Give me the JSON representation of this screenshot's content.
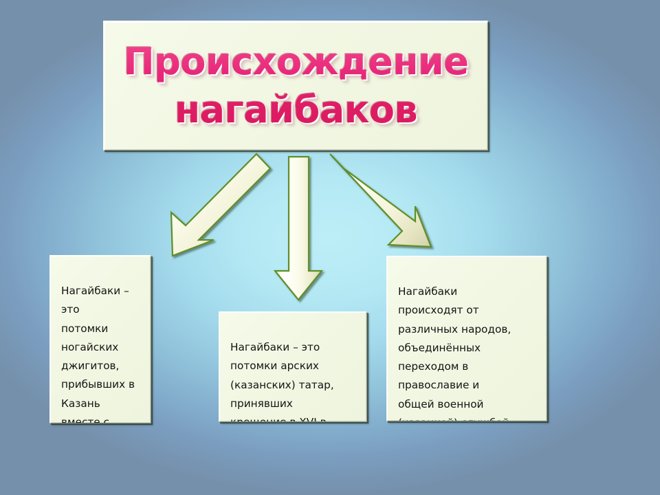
{
  "slide": {
    "title": "Происхождение\nнагайбаков",
    "background": {
      "center_color": "#b4e9f4",
      "edge_color": "#7590ab",
      "type": "radial-gradient"
    },
    "palette": {
      "title_text": "#e62a6e",
      "panel_fill": "#f2f7e3",
      "panel_shadow": "#283026",
      "arrow_outline": "#5f8f26",
      "arrow_fill": "#f7fbe8",
      "body_text": "#141414"
    }
  },
  "boxes": [
    {
      "id": "left",
      "text": "Нагайбаки – это\nпотомки\nногайских\nджигитов,\nприбывших в\nКазань вместе с\nцарицей\nСююмбике"
    },
    {
      "id": "middle",
      "text": "Нагайбаки – это\nпотомки арских\n(казанских) татар,\nпринявших\nкрещение в XVI в."
    },
    {
      "id": "right",
      "text": "Нагайбаки\nпроисходят от\nразличных народов,\nобъединённых\nпереходом в\nправославие и\nобщей военной\n(казацкой) службой"
    }
  ],
  "arrows": [
    {
      "id": "left-arrow",
      "direction": "down-left",
      "from": "title-panel",
      "to": "leaf-left"
    },
    {
      "id": "middle-arrow",
      "direction": "down",
      "from": "title-panel",
      "to": "leaf-middle"
    },
    {
      "id": "right-arrow",
      "direction": "down-right",
      "from": "title-panel",
      "to": "leaf-right"
    }
  ]
}
